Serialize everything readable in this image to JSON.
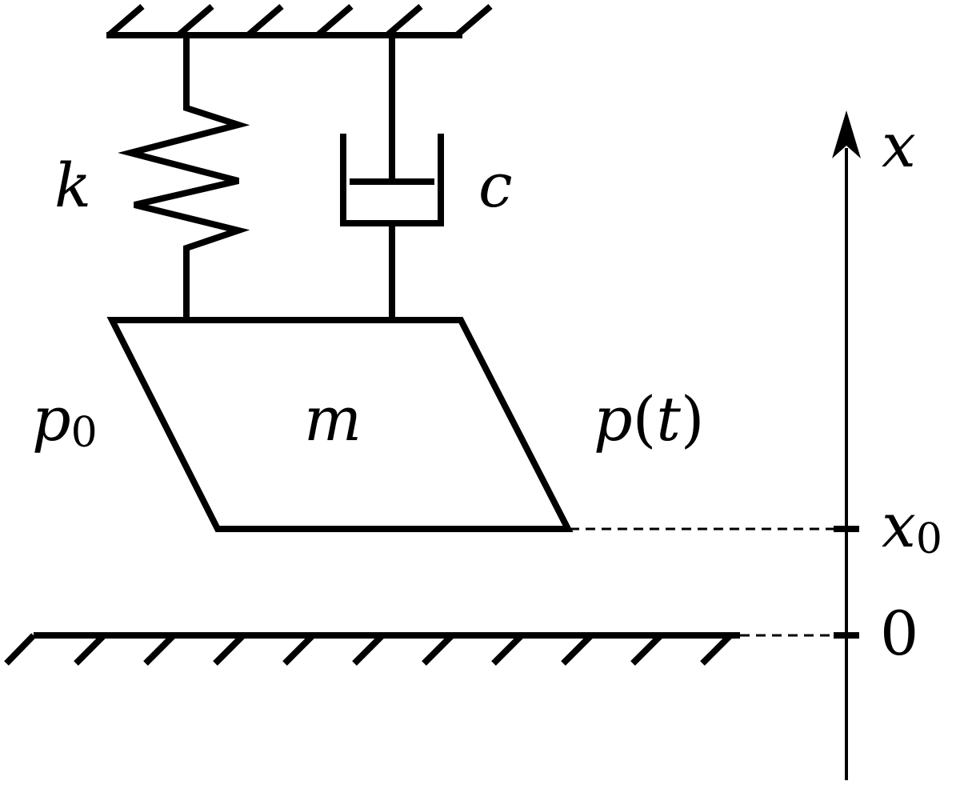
{
  "labels": {
    "spring": "k",
    "damper": "c",
    "mass": "m",
    "static_force": {
      "base": "p",
      "subscript": "0"
    },
    "dynamic_force": {
      "base": "p",
      "open": "(",
      "arg": "t",
      "close": ")"
    },
    "axis": "x",
    "equilibrium": {
      "base": "x",
      "subscript": "0"
    },
    "origin": "0"
  }
}
